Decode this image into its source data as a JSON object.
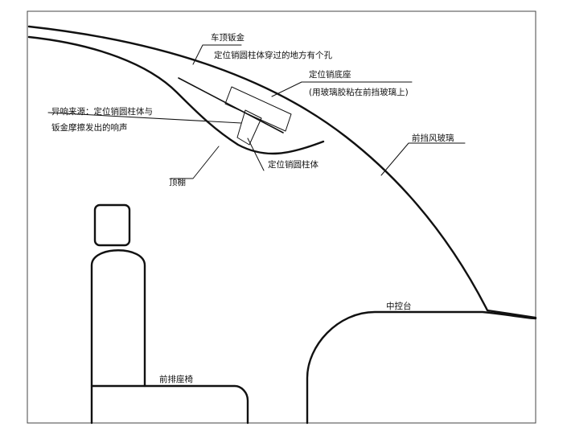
{
  "labels": {
    "body_sheet_metal": "车顶钣金",
    "hole_note": "定位销圆柱体穿过的地方有个孔",
    "pin_base": "定位销底座",
    "pin_base_note": "(用玻璃胶粘在前挡玻璃上)",
    "noise_source_line1": "异响来源：定位销圆柱体与",
    "noise_source_line2": "钣金摩擦发出的响声",
    "headliner": "顶棚",
    "pin_cylinder": "定位销圆柱体",
    "windshield": "前挡风玻璃",
    "center_console": "中控台",
    "front_seat": "前排座椅"
  },
  "colors": {
    "line": "#111111",
    "hatch": "#555555",
    "background": "#ffffff"
  }
}
